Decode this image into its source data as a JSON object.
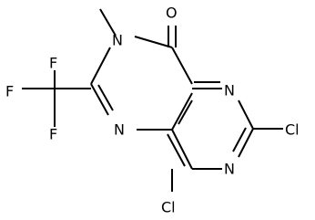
{
  "molecule": {
    "atoms": {
      "o1": "O",
      "n_methyl": "N",
      "methyl": "",
      "n_ring_right_top": "N",
      "n_ring_left_bottom": "N",
      "n_ring_right_bottom": "N",
      "cl_right": "Cl",
      "cl_bottom": "Cl",
      "f_top": "F",
      "f_left": "F",
      "f_bottom": "F"
    }
  }
}
